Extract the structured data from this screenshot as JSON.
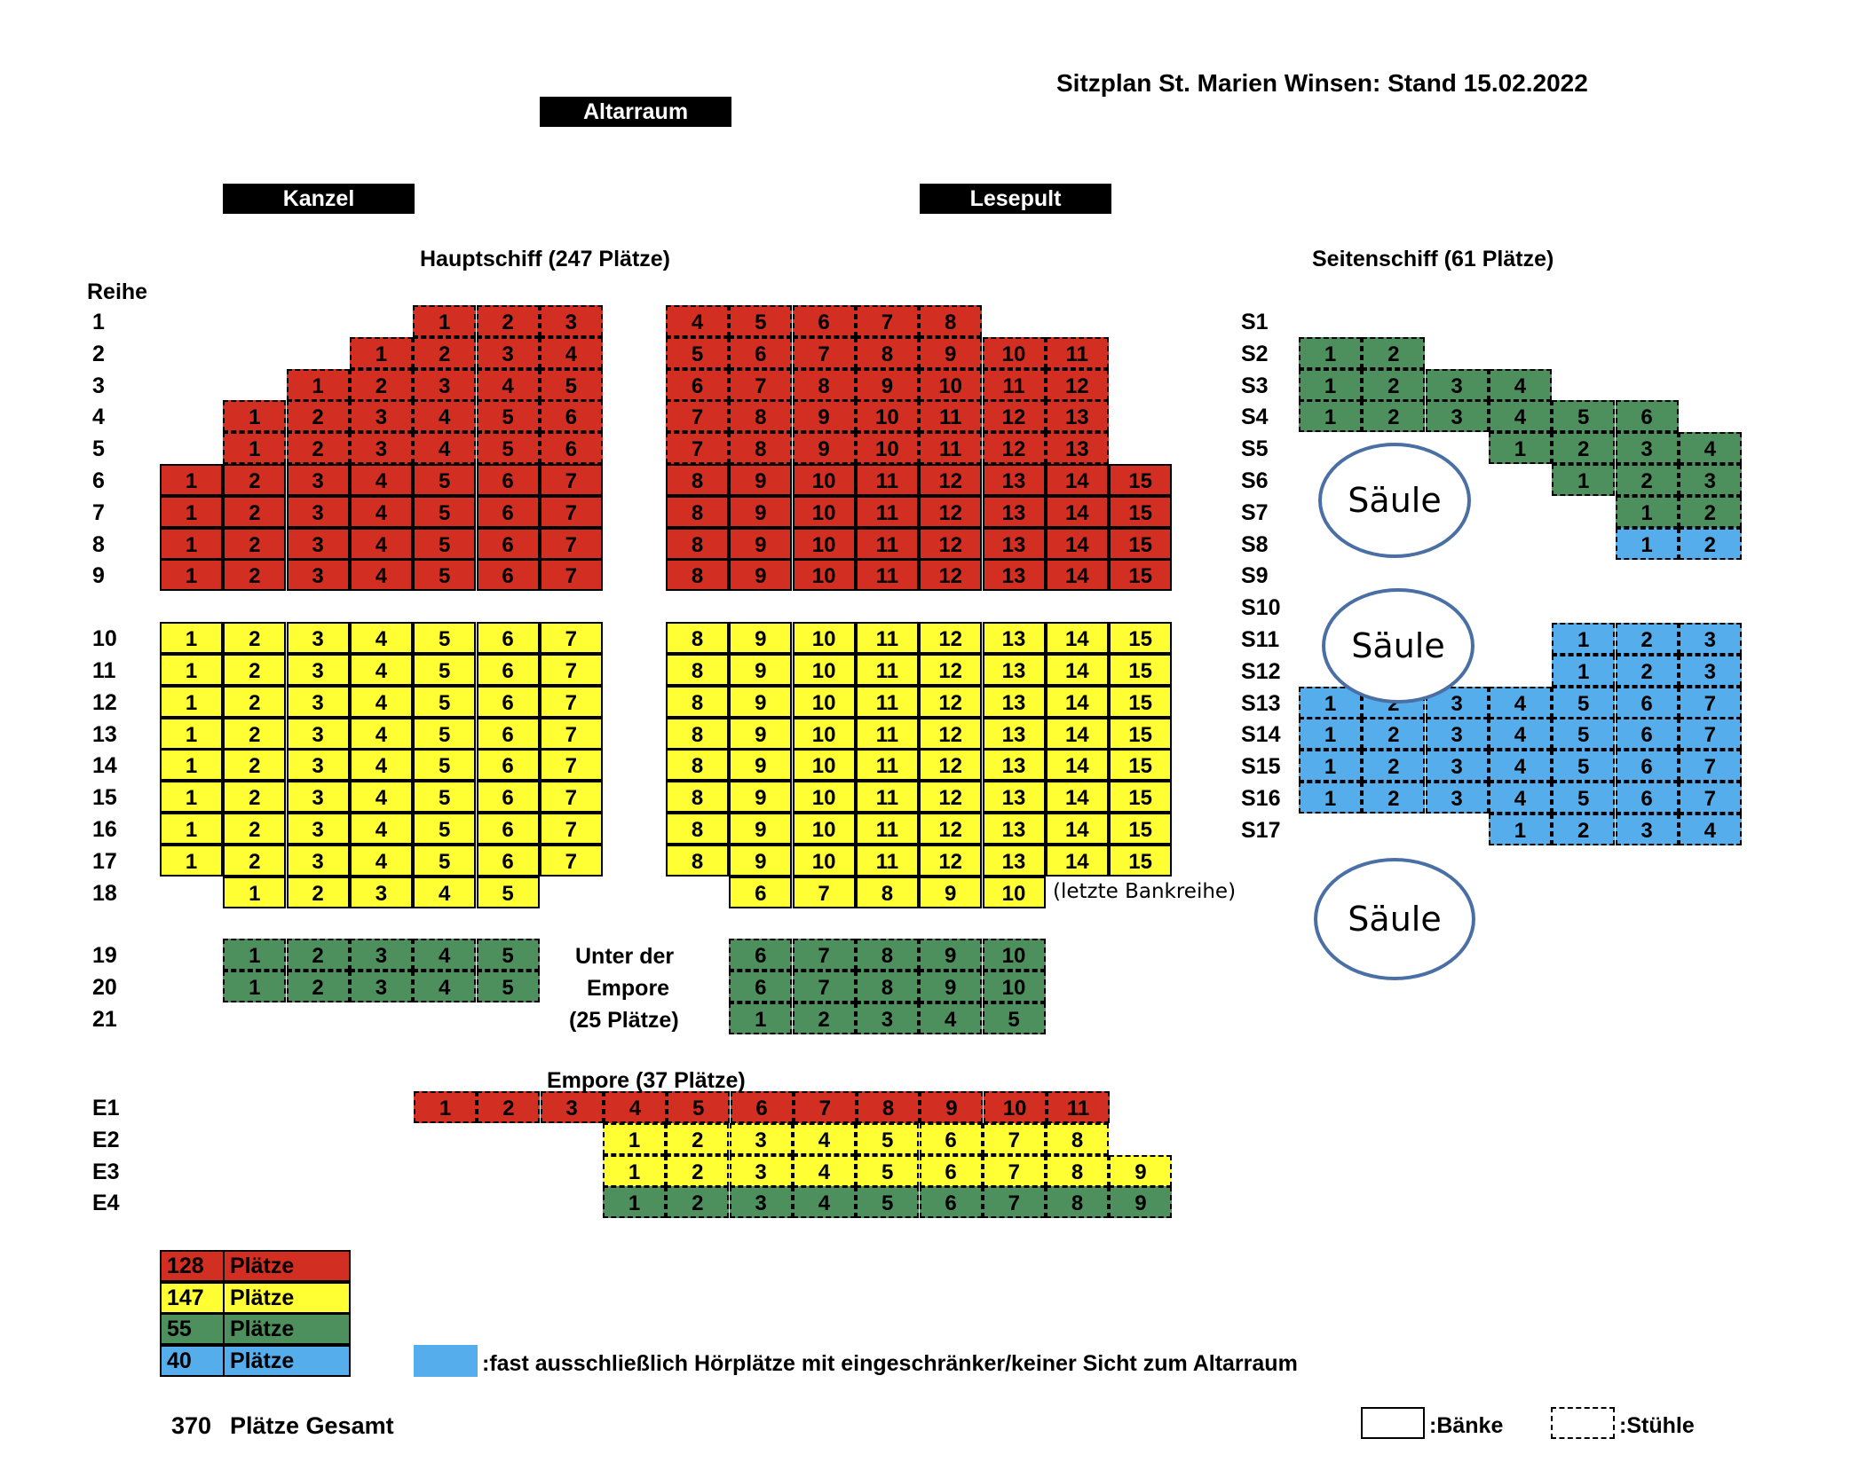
{
  "title": "Sitzplan St. Marien Winsen: Stand 15.02.2022",
  "markers": {
    "altar": "Altarraum",
    "pulpit": "Kanzel",
    "lectern": "Lesepult"
  },
  "sections": {
    "main": "Hauptschiff (247 Plätze)",
    "side": "Seitenschiff (61 Plätze)",
    "under_gallery": [
      "Unter der",
      "Empore",
      "(25 Plätze)"
    ],
    "gallery": "Empore (37 Plätze)"
  },
  "row_header": "Reihe",
  "pillar_label": "Säule",
  "last_row_note": "(letzte Bankreihe)",
  "colors": {
    "red": "#D22E22",
    "yellow": "#FFFF33",
    "green": "#4E8F5E",
    "blue": "#55ADEB"
  },
  "legend": [
    {
      "count": "128",
      "label": "Plätze",
      "color": "red"
    },
    {
      "count": "147",
      "label": "Plätze",
      "color": "yellow"
    },
    {
      "count": "55",
      "label": "Plätze",
      "color": "green"
    },
    {
      "count": "40",
      "label": "Plätze",
      "color": "blue"
    }
  ],
  "blue_note": ":fast ausschließlich Hörplätze mit eingeschränker/keiner Sicht zum Altarraum",
  "total": {
    "count": "370",
    "label": "Plätze Gesamt"
  },
  "style_legend": {
    "bench": ":Bänke",
    "chair": ":Stühle"
  },
  "main_rows": [
    {
      "label": "1",
      "color": "red",
      "left": [
        [
          1,
          "c"
        ],
        [
          2,
          "c"
        ],
        [
          3,
          "c"
        ]
      ],
      "right": [
        [
          4,
          "c"
        ],
        [
          5,
          "c"
        ],
        [
          6,
          "c"
        ],
        [
          7,
          "c"
        ],
        [
          8,
          "c"
        ]
      ]
    },
    {
      "label": "2",
      "color": "red",
      "left": [
        [
          1,
          "c"
        ],
        [
          2,
          "c"
        ],
        [
          3,
          "c"
        ],
        [
          4,
          "c"
        ]
      ],
      "right": [
        [
          5,
          "c"
        ],
        [
          6,
          "c"
        ],
        [
          7,
          "c"
        ],
        [
          8,
          "c"
        ],
        [
          9,
          "c"
        ],
        [
          10,
          "c"
        ],
        [
          11,
          "c"
        ]
      ]
    },
    {
      "label": "3",
      "color": "red",
      "left": [
        [
          1,
          "c"
        ],
        [
          2,
          "c"
        ],
        [
          3,
          "c"
        ],
        [
          4,
          "c"
        ],
        [
          5,
          "c"
        ]
      ],
      "right": [
        [
          6,
          "c"
        ],
        [
          7,
          "c"
        ],
        [
          8,
          "c"
        ],
        [
          9,
          "c"
        ],
        [
          10,
          "c"
        ],
        [
          11,
          "c"
        ],
        [
          12,
          "c"
        ]
      ]
    },
    {
      "label": "4",
      "color": "red",
      "left": [
        [
          1,
          "c"
        ],
        [
          2,
          "c"
        ],
        [
          3,
          "c"
        ],
        [
          4,
          "c"
        ],
        [
          5,
          "c"
        ],
        [
          6,
          "c"
        ]
      ],
      "right": [
        [
          7,
          "c"
        ],
        [
          8,
          "c"
        ],
        [
          9,
          "c"
        ],
        [
          10,
          "c"
        ],
        [
          11,
          "c"
        ],
        [
          12,
          "c"
        ],
        [
          13,
          "c"
        ]
      ]
    },
    {
      "label": "5",
      "color": "red",
      "left": [
        [
          1,
          "c"
        ],
        [
          2,
          "c"
        ],
        [
          3,
          "c"
        ],
        [
          4,
          "c"
        ],
        [
          5,
          "c"
        ],
        [
          6,
          "c"
        ]
      ],
      "right": [
        [
          7,
          "c"
        ],
        [
          8,
          "c"
        ],
        [
          9,
          "c"
        ],
        [
          10,
          "c"
        ],
        [
          11,
          "c"
        ],
        [
          12,
          "c"
        ],
        [
          13,
          "c"
        ]
      ]
    },
    {
      "label": "6",
      "color": "red",
      "left": [
        [
          1,
          "b"
        ],
        [
          2,
          "b"
        ],
        [
          3,
          "b"
        ],
        [
          4,
          "b"
        ],
        [
          5,
          "b"
        ],
        [
          6,
          "b"
        ],
        [
          7,
          "b"
        ]
      ],
      "right": [
        [
          8,
          "b"
        ],
        [
          9,
          "b"
        ],
        [
          10,
          "b"
        ],
        [
          11,
          "b"
        ],
        [
          12,
          "b"
        ],
        [
          13,
          "b"
        ],
        [
          14,
          "b"
        ],
        [
          15,
          "b"
        ]
      ]
    },
    {
      "label": "7",
      "color": "red",
      "left": [
        [
          1,
          "b"
        ],
        [
          2,
          "b"
        ],
        [
          3,
          "b"
        ],
        [
          4,
          "b"
        ],
        [
          5,
          "b"
        ],
        [
          6,
          "b"
        ],
        [
          7,
          "b"
        ]
      ],
      "right": [
        [
          8,
          "b"
        ],
        [
          9,
          "b"
        ],
        [
          10,
          "b"
        ],
        [
          11,
          "b"
        ],
        [
          12,
          "b"
        ],
        [
          13,
          "b"
        ],
        [
          14,
          "b"
        ],
        [
          15,
          "b"
        ]
      ]
    },
    {
      "label": "8",
      "color": "red",
      "left": [
        [
          1,
          "b"
        ],
        [
          2,
          "b"
        ],
        [
          3,
          "b"
        ],
        [
          4,
          "b"
        ],
        [
          5,
          "b"
        ],
        [
          6,
          "b"
        ],
        [
          7,
          "b"
        ]
      ],
      "right": [
        [
          8,
          "b"
        ],
        [
          9,
          "b"
        ],
        [
          10,
          "b"
        ],
        [
          11,
          "b"
        ],
        [
          12,
          "b"
        ],
        [
          13,
          "b"
        ],
        [
          14,
          "b"
        ],
        [
          15,
          "b"
        ]
      ]
    },
    {
      "label": "9",
      "color": "red",
      "left": [
        [
          1,
          "b"
        ],
        [
          2,
          "b"
        ],
        [
          3,
          "b"
        ],
        [
          4,
          "b"
        ],
        [
          5,
          "b"
        ],
        [
          6,
          "b"
        ],
        [
          7,
          "b"
        ]
      ],
      "right": [
        [
          8,
          "b"
        ],
        [
          9,
          "b"
        ],
        [
          10,
          "b"
        ],
        [
          11,
          "b"
        ],
        [
          12,
          "b"
        ],
        [
          13,
          "b"
        ],
        [
          14,
          "b"
        ],
        [
          15,
          "b"
        ]
      ]
    },
    {
      "label": "10",
      "color": "yellow",
      "left": [
        [
          1,
          "b"
        ],
        [
          2,
          "b"
        ],
        [
          3,
          "b"
        ],
        [
          4,
          "b"
        ],
        [
          5,
          "b"
        ],
        [
          6,
          "b"
        ],
        [
          7,
          "b"
        ]
      ],
      "right": [
        [
          8,
          "b"
        ],
        [
          9,
          "b"
        ],
        [
          10,
          "b"
        ],
        [
          11,
          "b"
        ],
        [
          12,
          "b"
        ],
        [
          13,
          "b"
        ],
        [
          14,
          "b"
        ],
        [
          15,
          "b"
        ]
      ]
    },
    {
      "label": "11",
      "color": "yellow",
      "left": [
        [
          1,
          "b"
        ],
        [
          2,
          "b"
        ],
        [
          3,
          "b"
        ],
        [
          4,
          "b"
        ],
        [
          5,
          "b"
        ],
        [
          6,
          "b"
        ],
        [
          7,
          "b"
        ]
      ],
      "right": [
        [
          8,
          "b"
        ],
        [
          9,
          "b"
        ],
        [
          10,
          "b"
        ],
        [
          11,
          "b"
        ],
        [
          12,
          "b"
        ],
        [
          13,
          "b"
        ],
        [
          14,
          "b"
        ],
        [
          15,
          "b"
        ]
      ]
    },
    {
      "label": "12",
      "color": "yellow",
      "left": [
        [
          1,
          "b"
        ],
        [
          2,
          "b"
        ],
        [
          3,
          "b"
        ],
        [
          4,
          "b"
        ],
        [
          5,
          "b"
        ],
        [
          6,
          "b"
        ],
        [
          7,
          "b"
        ]
      ],
      "right": [
        [
          8,
          "b"
        ],
        [
          9,
          "b"
        ],
        [
          10,
          "b"
        ],
        [
          11,
          "b"
        ],
        [
          12,
          "b"
        ],
        [
          13,
          "b"
        ],
        [
          14,
          "b"
        ],
        [
          15,
          "b"
        ]
      ]
    },
    {
      "label": "13",
      "color": "yellow",
      "left": [
        [
          1,
          "b"
        ],
        [
          2,
          "b"
        ],
        [
          3,
          "b"
        ],
        [
          4,
          "b"
        ],
        [
          5,
          "b"
        ],
        [
          6,
          "b"
        ],
        [
          7,
          "b"
        ]
      ],
      "right": [
        [
          8,
          "b"
        ],
        [
          9,
          "b"
        ],
        [
          10,
          "b"
        ],
        [
          11,
          "b"
        ],
        [
          12,
          "b"
        ],
        [
          13,
          "b"
        ],
        [
          14,
          "b"
        ],
        [
          15,
          "b"
        ]
      ]
    },
    {
      "label": "14",
      "color": "yellow",
      "left": [
        [
          1,
          "b"
        ],
        [
          2,
          "b"
        ],
        [
          3,
          "b"
        ],
        [
          4,
          "b"
        ],
        [
          5,
          "b"
        ],
        [
          6,
          "b"
        ],
        [
          7,
          "b"
        ]
      ],
      "right": [
        [
          8,
          "b"
        ],
        [
          9,
          "b"
        ],
        [
          10,
          "b"
        ],
        [
          11,
          "b"
        ],
        [
          12,
          "b"
        ],
        [
          13,
          "b"
        ],
        [
          14,
          "b"
        ],
        [
          15,
          "b"
        ]
      ]
    },
    {
      "label": "15",
      "color": "yellow",
      "left": [
        [
          1,
          "b"
        ],
        [
          2,
          "b"
        ],
        [
          3,
          "b"
        ],
        [
          4,
          "b"
        ],
        [
          5,
          "b"
        ],
        [
          6,
          "b"
        ],
        [
          7,
          "b"
        ]
      ],
      "right": [
        [
          8,
          "b"
        ],
        [
          9,
          "b"
        ],
        [
          10,
          "b"
        ],
        [
          11,
          "b"
        ],
        [
          12,
          "b"
        ],
        [
          13,
          "b"
        ],
        [
          14,
          "b"
        ],
        [
          15,
          "b"
        ]
      ]
    },
    {
      "label": "16",
      "color": "yellow",
      "left": [
        [
          1,
          "b"
        ],
        [
          2,
          "b"
        ],
        [
          3,
          "b"
        ],
        [
          4,
          "b"
        ],
        [
          5,
          "b"
        ],
        [
          6,
          "b"
        ],
        [
          7,
          "b"
        ]
      ],
      "right": [
        [
          8,
          "b"
        ],
        [
          9,
          "b"
        ],
        [
          10,
          "b"
        ],
        [
          11,
          "b"
        ],
        [
          12,
          "b"
        ],
        [
          13,
          "b"
        ],
        [
          14,
          "b"
        ],
        [
          15,
          "b"
        ]
      ]
    },
    {
      "label": "17",
      "color": "yellow",
      "left": [
        [
          1,
          "b"
        ],
        [
          2,
          "b"
        ],
        [
          3,
          "b"
        ],
        [
          4,
          "b"
        ],
        [
          5,
          "b"
        ],
        [
          6,
          "b"
        ],
        [
          7,
          "b"
        ]
      ],
      "right": [
        [
          8,
          "b"
        ],
        [
          9,
          "b"
        ],
        [
          10,
          "b"
        ],
        [
          11,
          "b"
        ],
        [
          12,
          "b"
        ],
        [
          13,
          "b"
        ],
        [
          14,
          "b"
        ],
        [
          15,
          "b"
        ]
      ]
    },
    {
      "label": "18",
      "color": "yellow",
      "left": [
        [
          1,
          "b"
        ],
        [
          2,
          "b"
        ],
        [
          3,
          "b"
        ],
        [
          4,
          "b"
        ],
        [
          5,
          "b"
        ]
      ],
      "right": [
        [
          6,
          "b"
        ],
        [
          7,
          "b"
        ],
        [
          8,
          "b"
        ],
        [
          9,
          "b"
        ],
        [
          10,
          "b"
        ]
      ]
    },
    {
      "label": "19",
      "color": "green",
      "left": [
        [
          1,
          "c"
        ],
        [
          2,
          "c"
        ],
        [
          3,
          "c"
        ],
        [
          4,
          "c"
        ],
        [
          5,
          "c"
        ]
      ],
      "right": [
        [
          6,
          "c"
        ],
        [
          7,
          "c"
        ],
        [
          8,
          "c"
        ],
        [
          9,
          "c"
        ],
        [
          10,
          "c"
        ]
      ]
    },
    {
      "label": "20",
      "color": "green",
      "left": [
        [
          1,
          "c"
        ],
        [
          2,
          "c"
        ],
        [
          3,
          "c"
        ],
        [
          4,
          "c"
        ],
        [
          5,
          "c"
        ]
      ],
      "right": [
        [
          6,
          "c"
        ],
        [
          7,
          "c"
        ],
        [
          8,
          "c"
        ],
        [
          9,
          "c"
        ],
        [
          10,
          "c"
        ]
      ]
    },
    {
      "label": "21",
      "color": "green",
      "left": [],
      "right": [
        [
          1,
          "c"
        ],
        [
          2,
          "c"
        ],
        [
          3,
          "c"
        ],
        [
          4,
          "c"
        ],
        [
          5,
          "c"
        ]
      ]
    }
  ],
  "side_rows": [
    {
      "label": "S1",
      "color": "green",
      "seats": []
    },
    {
      "label": "S2",
      "color": "green",
      "seats": [
        1,
        2
      ]
    },
    {
      "label": "S3",
      "color": "green",
      "seats": [
        1,
        2,
        3,
        4
      ]
    },
    {
      "label": "S4",
      "color": "green",
      "seats": [
        1,
        2,
        3,
        4,
        5,
        6
      ]
    },
    {
      "label": "S5",
      "color": "green",
      "seats": [
        1,
        2,
        3,
        4
      ]
    },
    {
      "label": "S6",
      "color": "green",
      "seats": [
        1,
        2,
        3
      ]
    },
    {
      "label": "S7",
      "color": "green",
      "seats": [
        1,
        2
      ]
    },
    {
      "label": "S8",
      "color": "blue",
      "seats": [
        1,
        2
      ]
    },
    {
      "label": "S9",
      "color": "blue",
      "seats": []
    },
    {
      "label": "S10",
      "color": "blue",
      "seats": []
    },
    {
      "label": "S11",
      "color": "blue",
      "seats": [
        1,
        2,
        3
      ]
    },
    {
      "label": "S12",
      "color": "blue",
      "seats": [
        1,
        2,
        3
      ]
    },
    {
      "label": "S13",
      "color": "blue",
      "seats": [
        1,
        2,
        3,
        4,
        5,
        6,
        7
      ]
    },
    {
      "label": "S14",
      "color": "blue",
      "seats": [
        1,
        2,
        3,
        4,
        5,
        6,
        7
      ]
    },
    {
      "label": "S15",
      "color": "blue",
      "seats": [
        1,
        2,
        3,
        4,
        5,
        6,
        7
      ]
    },
    {
      "label": "S16",
      "color": "blue",
      "seats": [
        1,
        2,
        3,
        4,
        5,
        6,
        7
      ]
    },
    {
      "label": "S17",
      "color": "blue",
      "seats": [
        1,
        2,
        3,
        4
      ]
    }
  ],
  "gallery_rows": [
    {
      "label": "E1",
      "color": "red",
      "seats": [
        1,
        2,
        3,
        4,
        5,
        6,
        7,
        8,
        9,
        10,
        11
      ]
    },
    {
      "label": "E2",
      "color": "yellow",
      "seats": [
        1,
        2,
        3,
        4,
        5,
        6,
        7,
        8
      ]
    },
    {
      "label": "E3",
      "color": "yellow",
      "seats": [
        1,
        2,
        3,
        4,
        5,
        6,
        7,
        8,
        9
      ]
    },
    {
      "label": "E4",
      "color": "green",
      "seats": [
        1,
        2,
        3,
        4,
        5,
        6,
        7,
        8,
        9
      ]
    }
  ]
}
